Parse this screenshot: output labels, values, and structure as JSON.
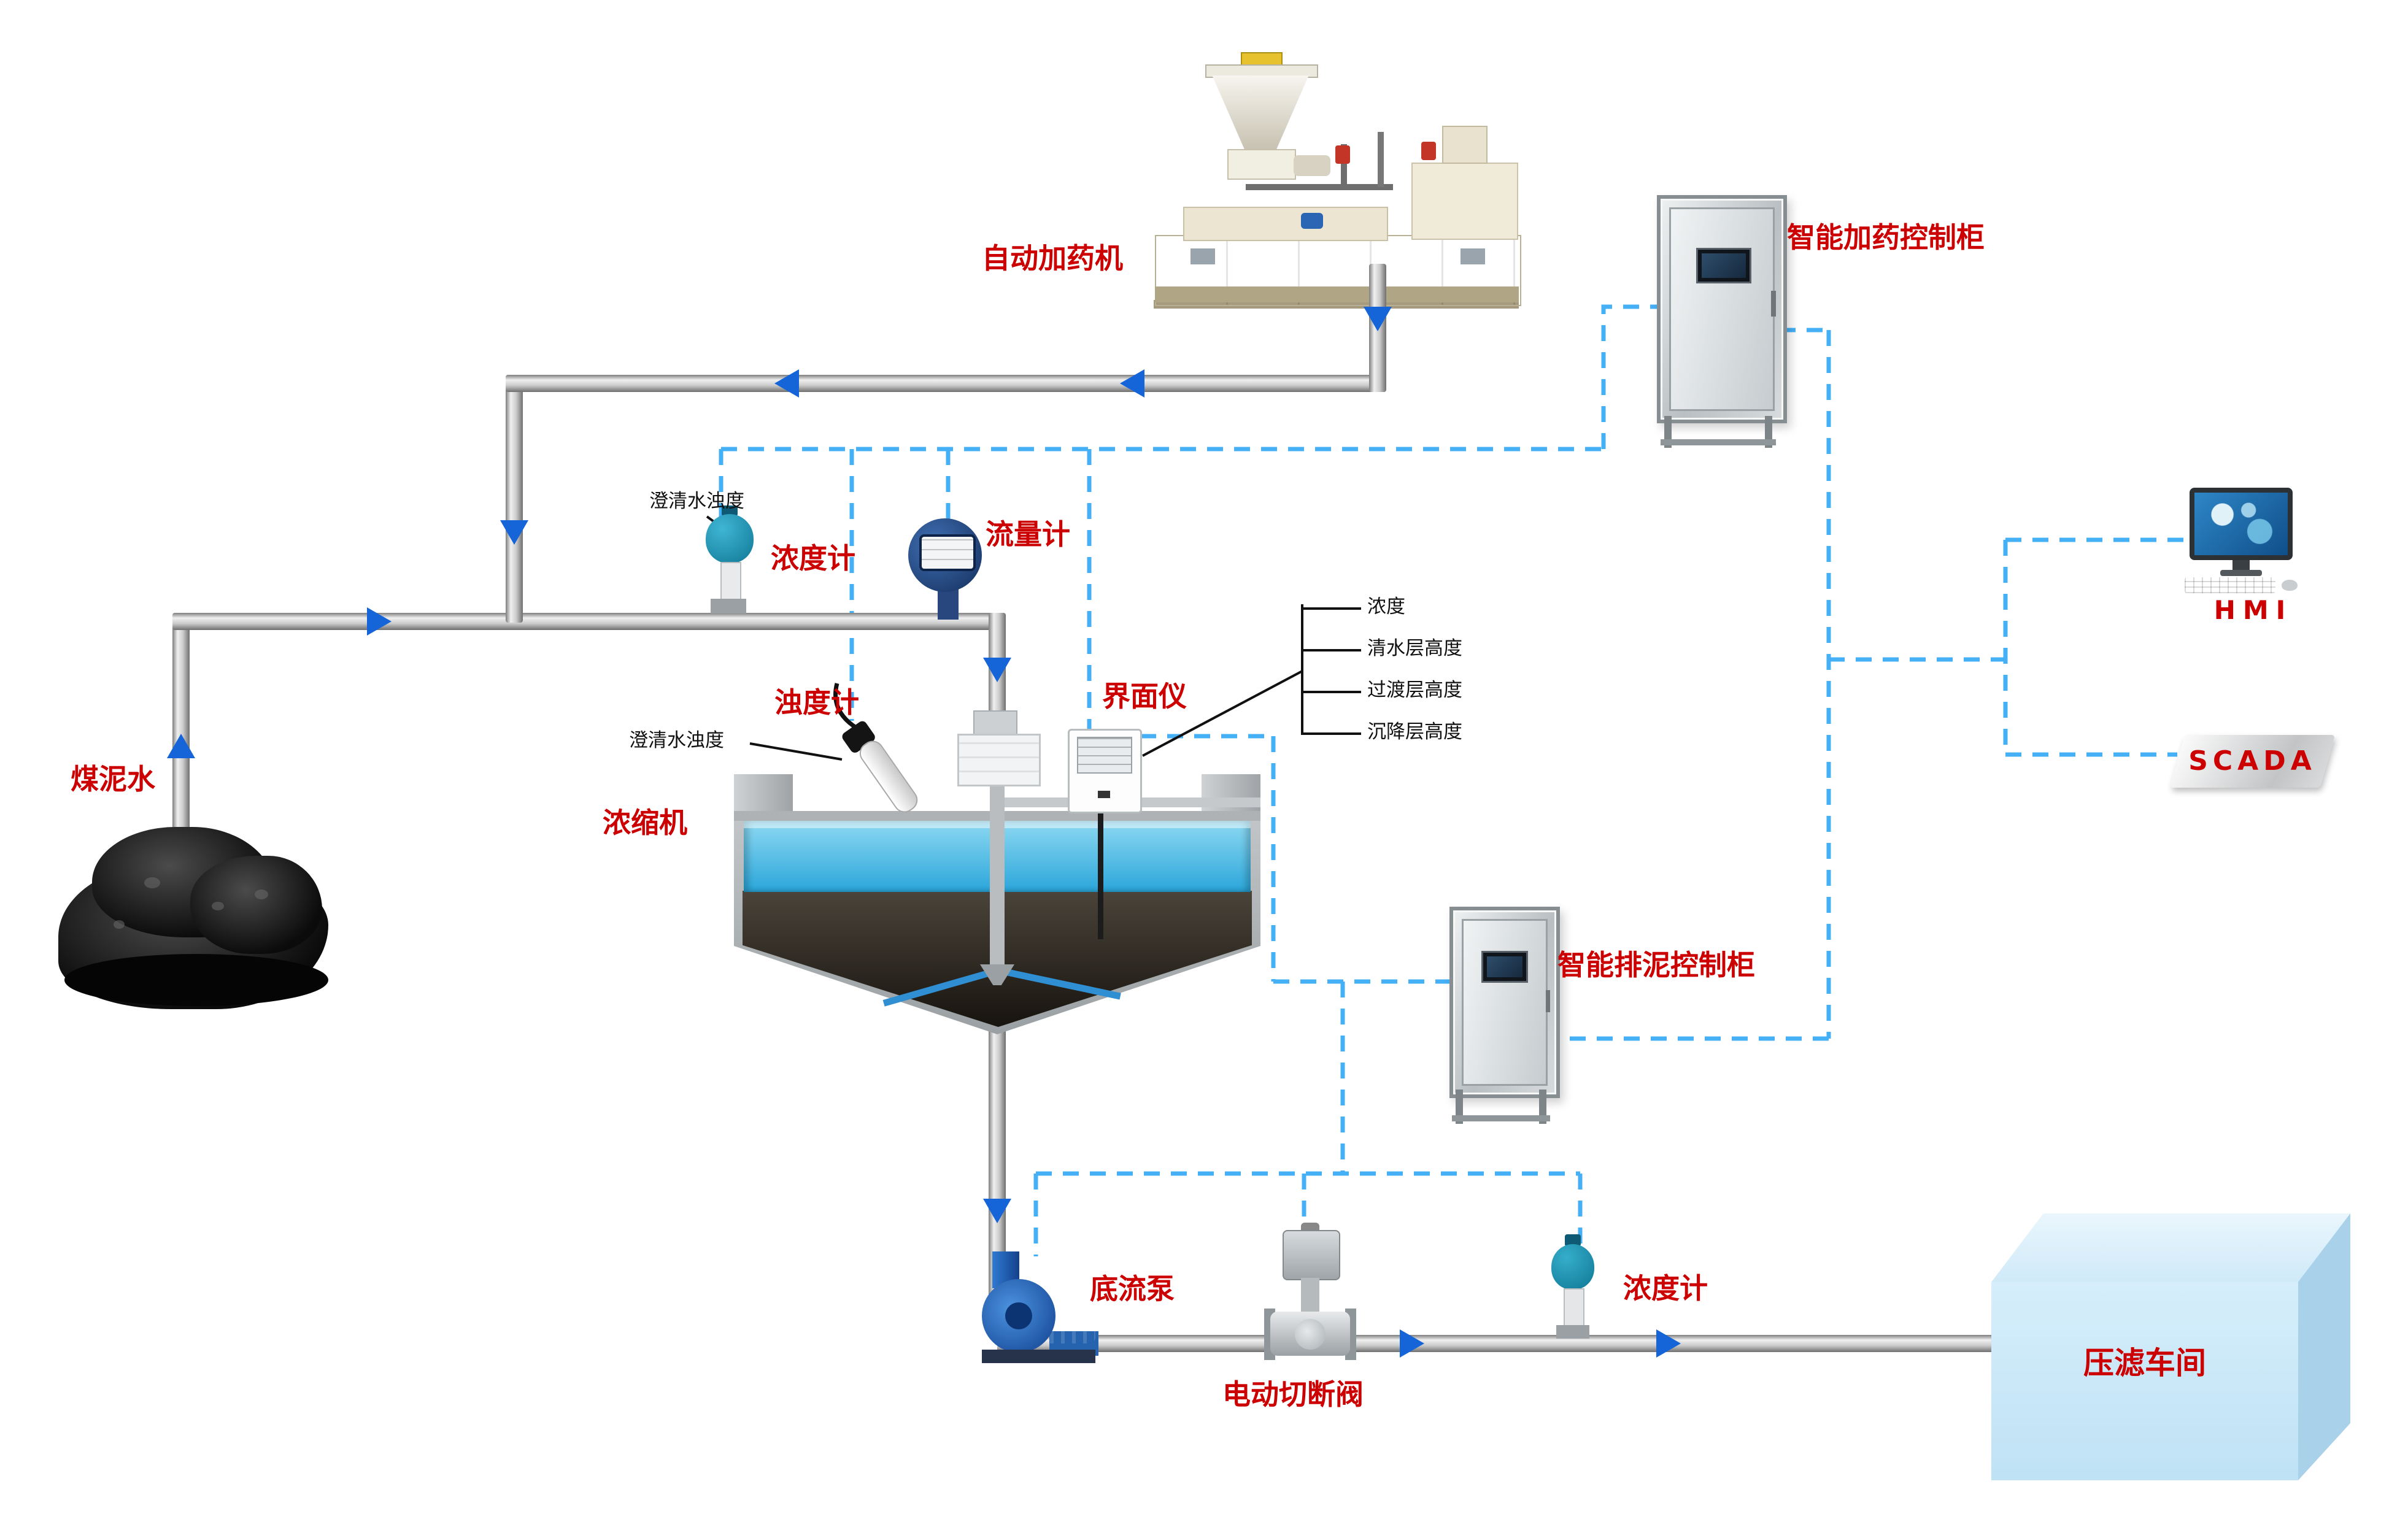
{
  "colors": {
    "label_red": "#cc0000",
    "signal_blue": "#45b0f5",
    "arrow_blue": "#1565d8",
    "pipe_gray": "#c0c0c0",
    "water_blue": "#2aa6da",
    "workshop_blue": "#cbe8f8",
    "cabinet_steel": "#c9cdd0",
    "annotation_black": "#111111"
  },
  "labels": {
    "coal_slurry": "煤泥水",
    "auto_dosing_machine": "自动加药机",
    "dosing_control_cabinet": "智能加药控制柜",
    "hmi": "HMI",
    "scada": "SCADA",
    "sludge_control_cabinet": "智能排泥控制柜",
    "density_meter_top": "浓度计",
    "flow_meter": "流量计",
    "turbidity_meter": "浊度计",
    "clarified_water_turbidity_top": "澄清水浊度",
    "clarified_water_turbidity_mid": "澄清水浊度",
    "interface_meter": "界面仪",
    "thickener": "浓缩机",
    "underflow_pump": "底流泵",
    "electric_shutoff_valve": "电动切断阀",
    "density_meter_bottom": "浓度计",
    "filter_press_workshop": "压滤车间",
    "interface_params": [
      "浓度",
      "清水层高度",
      "过渡层高度",
      "沉降层高度"
    ]
  }
}
